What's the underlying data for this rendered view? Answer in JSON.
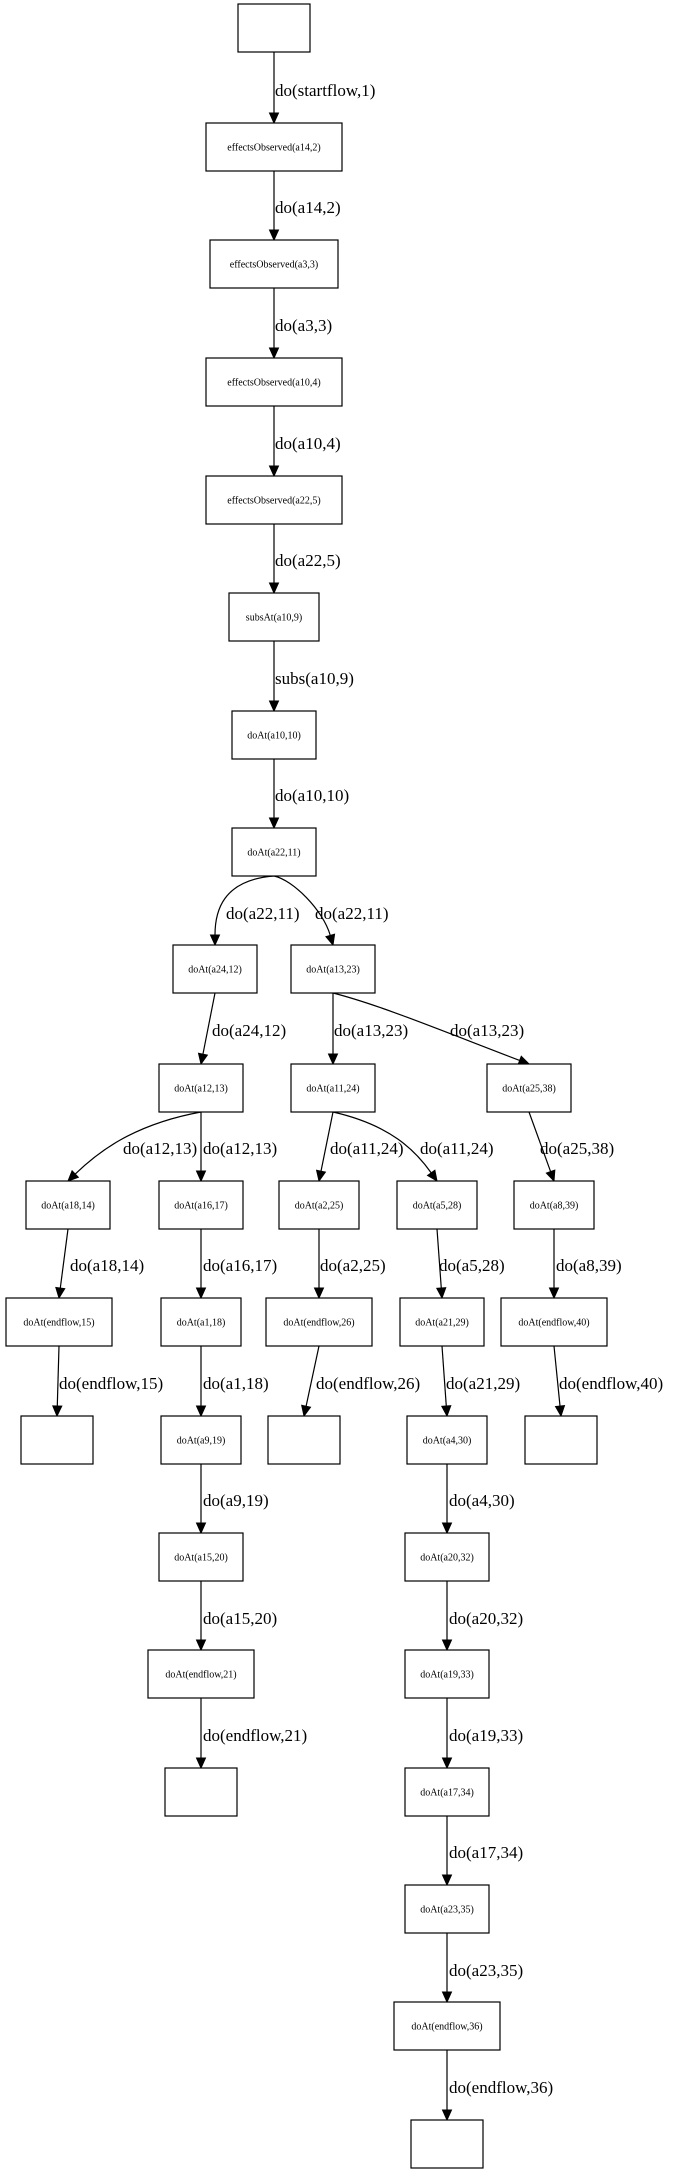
{
  "diagram": {
    "type": "directed-graph",
    "nodes": [
      {
        "id": "start",
        "label": ""
      },
      {
        "id": "n1",
        "label": "effectsObserved(a14,2)"
      },
      {
        "id": "n2",
        "label": "effectsObserved(a3,3)"
      },
      {
        "id": "n3",
        "label": "effectsObserved(a10,4)"
      },
      {
        "id": "n4",
        "label": "effectsObserved(a22,5)"
      },
      {
        "id": "n5",
        "label": "subsAt(a10,9)"
      },
      {
        "id": "n6",
        "label": "doAt(a10,10)"
      },
      {
        "id": "n7",
        "label": "doAt(a22,11)"
      },
      {
        "id": "n8",
        "label": "doAt(a24,12)"
      },
      {
        "id": "n9",
        "label": "doAt(a13,23)"
      },
      {
        "id": "n10",
        "label": "doAt(a12,13)"
      },
      {
        "id": "n11",
        "label": "doAt(a11,24)"
      },
      {
        "id": "n12",
        "label": "doAt(a25,38)"
      },
      {
        "id": "n13",
        "label": "doAt(a18,14)"
      },
      {
        "id": "n14",
        "label": "doAt(a16,17)"
      },
      {
        "id": "n15",
        "label": "doAt(a2,25)"
      },
      {
        "id": "n16",
        "label": "doAt(a5,28)"
      },
      {
        "id": "n17",
        "label": "doAt(a8,39)"
      },
      {
        "id": "n18",
        "label": "doAt(endflow,15)"
      },
      {
        "id": "n19",
        "label": "doAt(a1,18)"
      },
      {
        "id": "n20",
        "label": "doAt(endflow,26)"
      },
      {
        "id": "n21",
        "label": "doAt(a21,29)"
      },
      {
        "id": "n22",
        "label": "doAt(endflow,40)"
      },
      {
        "id": "end15",
        "label": ""
      },
      {
        "id": "n23",
        "label": "doAt(a9,19)"
      },
      {
        "id": "end26",
        "label": ""
      },
      {
        "id": "n24",
        "label": "doAt(a4,30)"
      },
      {
        "id": "end40",
        "label": ""
      },
      {
        "id": "n25",
        "label": "doAt(a15,20)"
      },
      {
        "id": "n26",
        "label": "doAt(a20,32)"
      },
      {
        "id": "n27",
        "label": "doAt(endflow,21)"
      },
      {
        "id": "n28",
        "label": "doAt(a19,33)"
      },
      {
        "id": "end21",
        "label": ""
      },
      {
        "id": "n29",
        "label": "doAt(a17,34)"
      },
      {
        "id": "n30",
        "label": "doAt(a23,35)"
      },
      {
        "id": "n31",
        "label": "doAt(endflow,36)"
      },
      {
        "id": "end36",
        "label": ""
      }
    ],
    "edges": [
      {
        "from": "start",
        "to": "n1",
        "label": "do(startflow,1)"
      },
      {
        "from": "n1",
        "to": "n2",
        "label": "do(a14,2)"
      },
      {
        "from": "n2",
        "to": "n3",
        "label": "do(a3,3)"
      },
      {
        "from": "n3",
        "to": "n4",
        "label": "do(a10,4)"
      },
      {
        "from": "n4",
        "to": "n5",
        "label": "do(a22,5)"
      },
      {
        "from": "n5",
        "to": "n6",
        "label": "subs(a10,9)"
      },
      {
        "from": "n6",
        "to": "n7",
        "label": "do(a10,10)"
      },
      {
        "from": "n7",
        "to": "n8",
        "label": "do(a22,11)"
      },
      {
        "from": "n7",
        "to": "n9",
        "label": "do(a22,11)"
      },
      {
        "from": "n8",
        "to": "n10",
        "label": "do(a24,12)"
      },
      {
        "from": "n9",
        "to": "n11",
        "label": "do(a13,23)"
      },
      {
        "from": "n9",
        "to": "n12",
        "label": "do(a13,23)"
      },
      {
        "from": "n10",
        "to": "n13",
        "label": "do(a12,13)"
      },
      {
        "from": "n10",
        "to": "n14",
        "label": "do(a12,13)"
      },
      {
        "from": "n11",
        "to": "n15",
        "label": "do(a11,24)"
      },
      {
        "from": "n11",
        "to": "n16",
        "label": "do(a11,24)"
      },
      {
        "from": "n12",
        "to": "n17",
        "label": "do(a25,38)"
      },
      {
        "from": "n13",
        "to": "n18",
        "label": "do(a18,14)"
      },
      {
        "from": "n14",
        "to": "n19",
        "label": "do(a16,17)"
      },
      {
        "from": "n15",
        "to": "n20",
        "label": "do(a2,25)"
      },
      {
        "from": "n16",
        "to": "n21",
        "label": "do(a5,28)"
      },
      {
        "from": "n17",
        "to": "n22",
        "label": "do(a8,39)"
      },
      {
        "from": "n18",
        "to": "end15",
        "label": "do(endflow,15)"
      },
      {
        "from": "n19",
        "to": "n23",
        "label": "do(a1,18)"
      },
      {
        "from": "n20",
        "to": "end26",
        "label": "do(endflow,26)"
      },
      {
        "from": "n21",
        "to": "n24",
        "label": "do(a21,29)"
      },
      {
        "from": "n22",
        "to": "end40",
        "label": "do(endflow,40)"
      },
      {
        "from": "n23",
        "to": "n25",
        "label": "do(a9,19)"
      },
      {
        "from": "n24",
        "to": "n26",
        "label": "do(a4,30)"
      },
      {
        "from": "n25",
        "to": "n27",
        "label": "do(a15,20)"
      },
      {
        "from": "n26",
        "to": "n28",
        "label": "do(a20,32)"
      },
      {
        "from": "n27",
        "to": "end21",
        "label": "do(endflow,21)"
      },
      {
        "from": "n28",
        "to": "n29",
        "label": "do(a19,33)"
      },
      {
        "from": "n29",
        "to": "n30",
        "label": "do(a17,34)"
      },
      {
        "from": "n30",
        "to": "n31",
        "label": "do(a23,35)"
      },
      {
        "from": "n31",
        "to": "end36",
        "label": "do(endflow,36)"
      }
    ]
  }
}
